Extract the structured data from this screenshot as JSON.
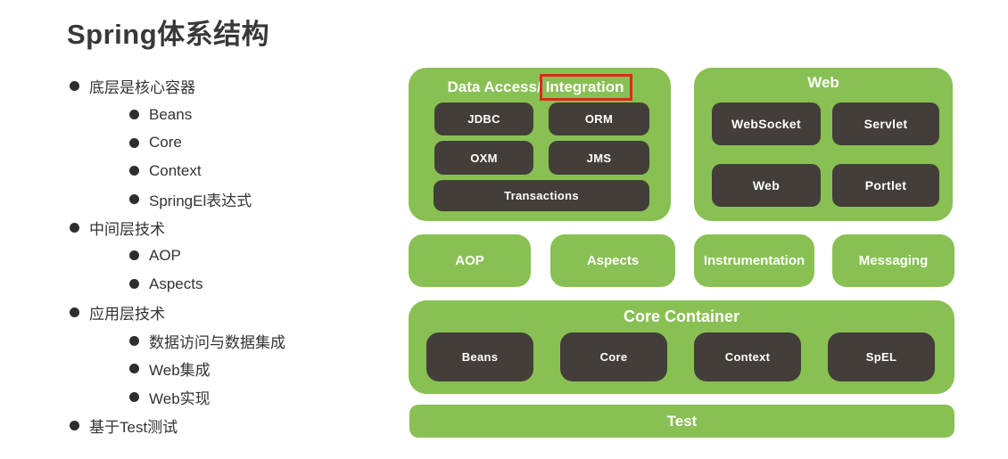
{
  "title": "Spring体系结构",
  "bullets": [
    {
      "label": "底层是核心容器",
      "level": 1
    },
    {
      "label": "Beans",
      "level": 2
    },
    {
      "label": "Core",
      "level": 2
    },
    {
      "label": "Context",
      "level": 2
    },
    {
      "label": "SpringEl表达式",
      "level": 2
    },
    {
      "label": "中间层技术",
      "level": 1
    },
    {
      "label": "AOP",
      "level": 2
    },
    {
      "label": "Aspects",
      "level": 2
    },
    {
      "label": "应用层技术",
      "level": 1
    },
    {
      "label": "数据访问与数据集成",
      "level": 2
    },
    {
      "label": "Web集成",
      "level": 2
    },
    {
      "label": "Web实现",
      "level": 2
    },
    {
      "label": "基于Test测试",
      "level": 1
    }
  ],
  "diagram": {
    "data_access": {
      "title_prefix": "Data Access/",
      "title_highlighted": "Integration",
      "modules": [
        "JDBC",
        "ORM",
        "OXM",
        "JMS"
      ],
      "wide_module": "Transactions"
    },
    "web": {
      "title": "Web",
      "modules": [
        "WebSocket",
        "Servlet",
        "Web",
        "Portlet"
      ]
    },
    "middleware": [
      "AOP",
      "Aspects",
      "Instrumentation",
      "Messaging"
    ],
    "core_container": {
      "title": "Core Container",
      "modules": [
        "Beans",
        "Core",
        "Context",
        "SpEL"
      ]
    },
    "test": {
      "title": "Test"
    }
  },
  "colors": {
    "green": "#89C053",
    "dark_module": "#433E3A",
    "highlight_red": "#DC2A1B",
    "text": "#333333"
  }
}
